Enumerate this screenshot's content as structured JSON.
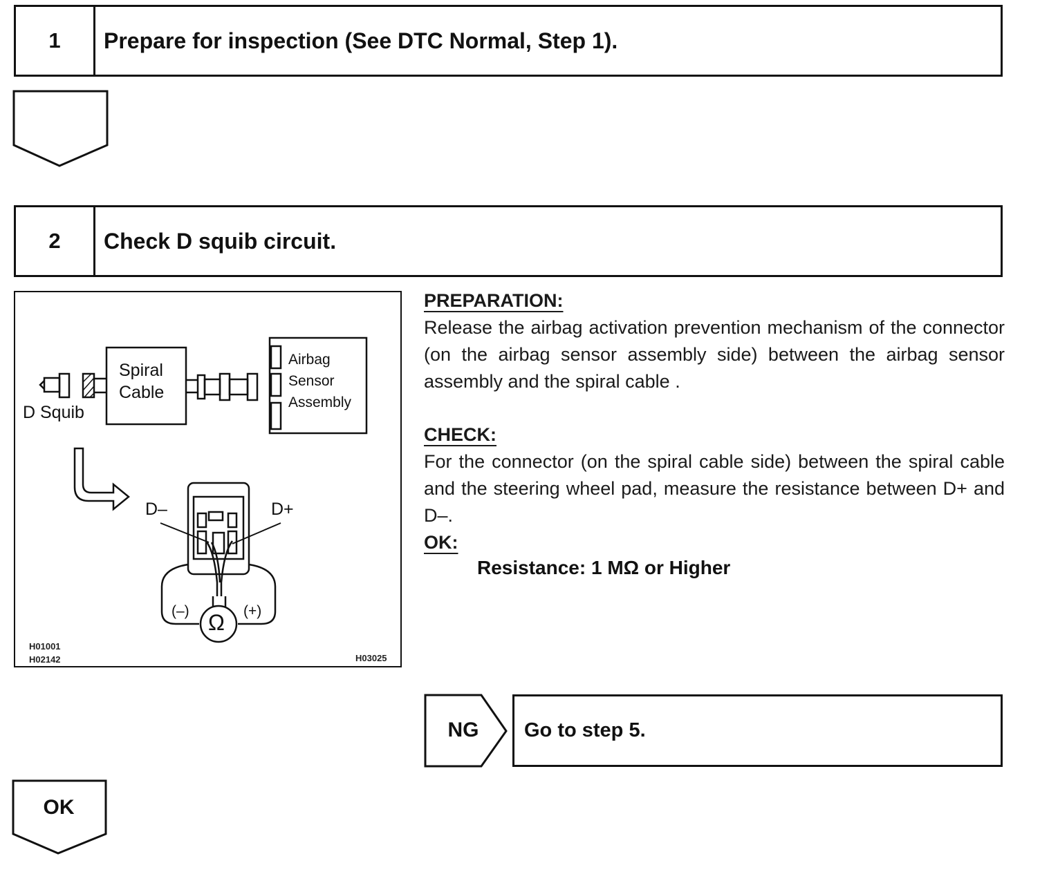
{
  "step1": {
    "number": "1",
    "title": "Prepare for inspection (See DTC Normal, Step 1)."
  },
  "step2": {
    "number": "2",
    "title": "Check D squib circuit."
  },
  "figure": {
    "label_spiral": "Spiral",
    "label_cable": "Cable",
    "label_airbag": "Airbag",
    "label_sensor": "Sensor",
    "label_assembly": "Assembly",
    "label_d_squib": "D Squib",
    "label_d_minus": "D–",
    "label_d_plus": "D+",
    "label_neg": "(–)",
    "label_pos": "(+)",
    "label_ohm": "Ω",
    "code_1": "H01001",
    "code_2": "H02142",
    "code_3": "H03025"
  },
  "preparation": {
    "heading": "PREPARATION:",
    "text": "Release the airbag activation prevention mechanism of the connector (on the airbag sensor assembly side) between the airbag sensor assembly and the spiral cable ."
  },
  "check": {
    "heading": "CHECK:",
    "text": "For the connector (on the spiral cable side) between the spiral cable and the steering wheel pad, measure the resistance between D+ and D–."
  },
  "ok": {
    "heading": "OK:",
    "spec": "Resistance: 1 MΩ  or Higher"
  },
  "ng": {
    "label": "NG",
    "result": "Go to step 5."
  },
  "ok_flow": {
    "label": "OK"
  }
}
